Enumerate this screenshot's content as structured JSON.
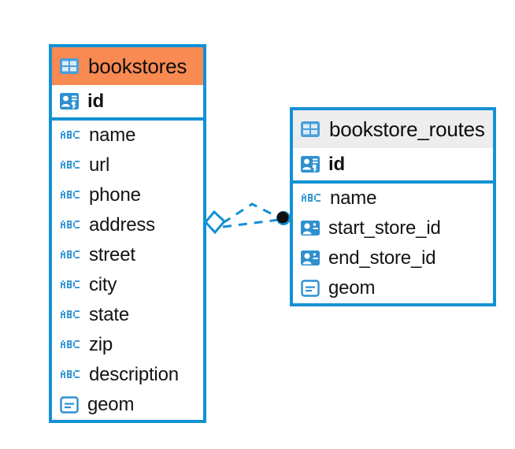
{
  "diagram": {
    "type": "entity-relationship-diagram",
    "background": "#ffffff",
    "accent_blue": "#1291D4",
    "icon_blue": "#3D9BD6",
    "header_orange": "#F98A52",
    "header_gray": "#EDEDED",
    "relationship": {
      "name": "bookstores-to-bookstore-routes",
      "line_style": "dashed",
      "line_color": "#1291D4",
      "source_marker": "diamond",
      "target_marker": "filled-circle",
      "branches": 2
    }
  },
  "entities": [
    {
      "id": "bookstores",
      "name": "bookstores",
      "header_style": "accent-orange",
      "header_icon": "table-icon",
      "primary_key": {
        "name": "id",
        "icon": "primary-key-icon",
        "type": "pk"
      },
      "fields": [
        {
          "name": "name",
          "icon": "text-abc-icon",
          "type": "text"
        },
        {
          "name": "url",
          "icon": "text-abc-icon",
          "type": "text"
        },
        {
          "name": "phone",
          "icon": "text-abc-icon",
          "type": "text"
        },
        {
          "name": "address",
          "icon": "text-abc-icon",
          "type": "text"
        },
        {
          "name": "street",
          "icon": "text-abc-icon",
          "type": "text"
        },
        {
          "name": "city",
          "icon": "text-abc-icon",
          "type": "text"
        },
        {
          "name": "state",
          "icon": "text-abc-icon",
          "type": "text"
        },
        {
          "name": "zip",
          "icon": "text-abc-icon",
          "type": "text"
        },
        {
          "name": "description",
          "icon": "text-abc-icon",
          "type": "text"
        },
        {
          "name": "geom",
          "icon": "geometry-icon",
          "type": "geometry"
        }
      ]
    },
    {
      "id": "bookstore_routes",
      "name": "bookstore_routes",
      "header_style": "accent-gray",
      "header_icon": "table-icon",
      "primary_key": {
        "name": "id",
        "icon": "primary-key-icon",
        "type": "pk"
      },
      "fields": [
        {
          "name": "name",
          "icon": "text-abc-icon",
          "type": "text"
        },
        {
          "name": "start_store_id",
          "icon": "foreign-key-icon",
          "type": "fk"
        },
        {
          "name": "end_store_id",
          "icon": "foreign-key-icon",
          "type": "fk"
        },
        {
          "name": "geom",
          "icon": "geometry-icon",
          "type": "geometry"
        }
      ]
    }
  ]
}
